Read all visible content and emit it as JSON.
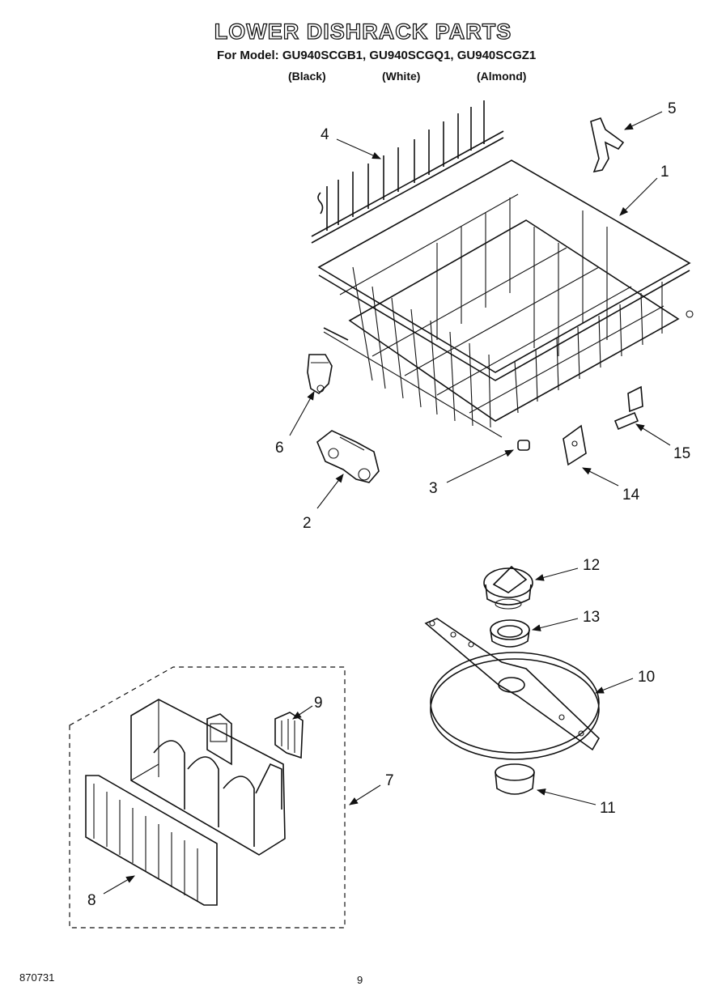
{
  "header": {
    "title": "LOWER DISHRACK PARTS",
    "model_line": "For Model: GU940SCGB1, GU940SCGQ1, GU940SCGZ1",
    "variants": [
      "(Black)",
      "(White)",
      "(Almond)"
    ]
  },
  "callouts": [
    "1",
    "2",
    "3",
    "4",
    "5",
    "6",
    "7",
    "8",
    "9",
    "10",
    "11",
    "12",
    "13",
    "14",
    "15"
  ],
  "footer": {
    "code": "870731",
    "page": "9"
  }
}
